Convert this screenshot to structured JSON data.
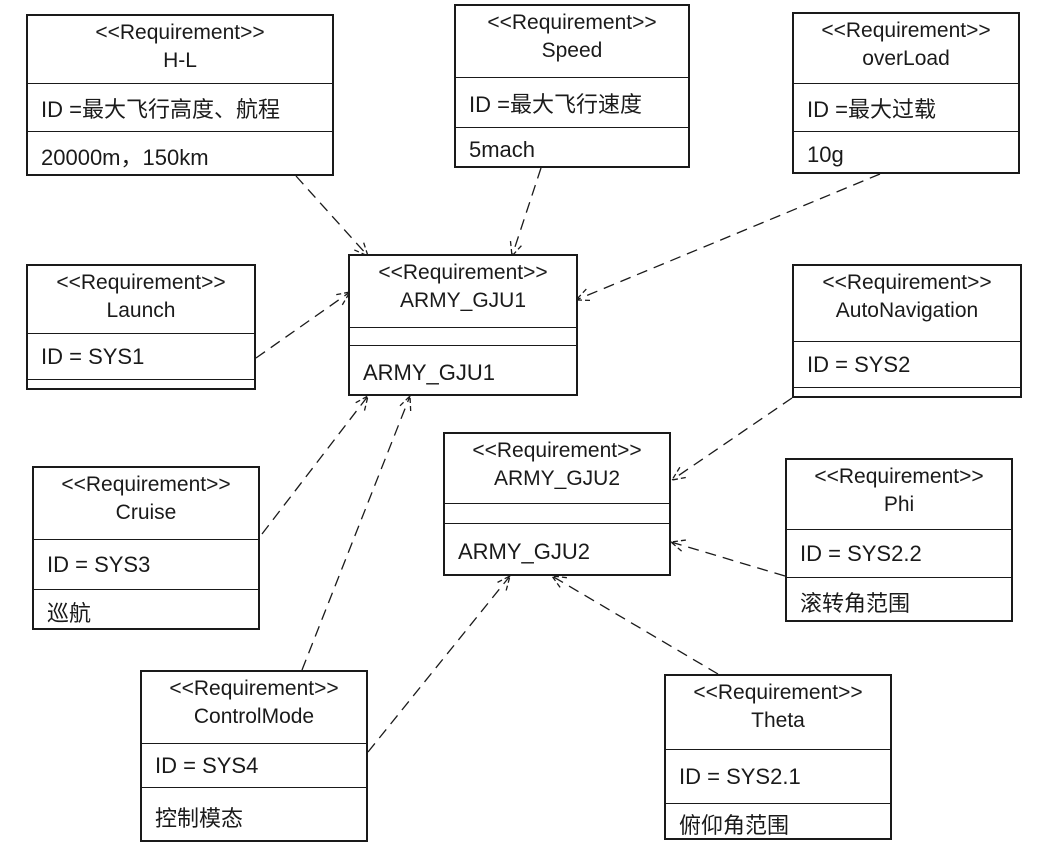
{
  "blocks": {
    "hl": {
      "stereotype": "<<Requirement>>",
      "name": "H-L",
      "id": "ID =最大飞行高度、航程",
      "text": "20000m，150km"
    },
    "speed": {
      "stereotype": "<<Requirement>>",
      "name": "Speed",
      "id": "ID =最大飞行速度",
      "text": "5mach"
    },
    "overload": {
      "stereotype": "<<Requirement>>",
      "name": "overLoad",
      "id": "ID =最大过载",
      "text": "10g"
    },
    "launch": {
      "stereotype": "<<Requirement>>",
      "name": "Launch",
      "id": "ID = SYS1",
      "text": ""
    },
    "gju1": {
      "stereotype": "<<Requirement>>",
      "name": "ARMY_GJU1",
      "id": "",
      "text": "ARMY_GJU1"
    },
    "autonav": {
      "stereotype": "<<Requirement>>",
      "name": "AutoNavigation",
      "id": "ID = SYS2",
      "text": ""
    },
    "gju2": {
      "stereotype": "<<Requirement>>",
      "name": "ARMY_GJU2",
      "id": "",
      "text": "ARMY_GJU2"
    },
    "cruise": {
      "stereotype": "<<Requirement>>",
      "name": "Cruise",
      "id": "ID = SYS3",
      "text": "巡航"
    },
    "phi": {
      "stereotype": "<<Requirement>>",
      "name": "Phi",
      "id": "ID = SYS2.2",
      "text": "滚转角范围"
    },
    "control": {
      "stereotype": "<<Requirement>>",
      "name": "ControlMode",
      "id": "ID = SYS4",
      "text": "控制模态"
    },
    "theta": {
      "stereotype": "<<Requirement>>",
      "name": "Theta",
      "id": "ID = SYS2.1",
      "text": "俯仰角范围"
    }
  },
  "relations": [
    {
      "from": "H-L",
      "to": "ARMY_GJU1"
    },
    {
      "from": "Speed",
      "to": "ARMY_GJU1"
    },
    {
      "from": "overLoad",
      "to": "ARMY_GJU1"
    },
    {
      "from": "Launch",
      "to": "ARMY_GJU1"
    },
    {
      "from": "Cruise",
      "to": "ARMY_GJU1"
    },
    {
      "from": "ControlMode",
      "to": "ARMY_GJU1"
    },
    {
      "from": "AutoNavigation",
      "to": "ARMY_GJU2"
    },
    {
      "from": "Phi",
      "to": "ARMY_GJU2"
    },
    {
      "from": "Theta",
      "to": "ARMY_GJU2"
    },
    {
      "from": "ControlMode",
      "to": "ARMY_GJU2"
    }
  ]
}
